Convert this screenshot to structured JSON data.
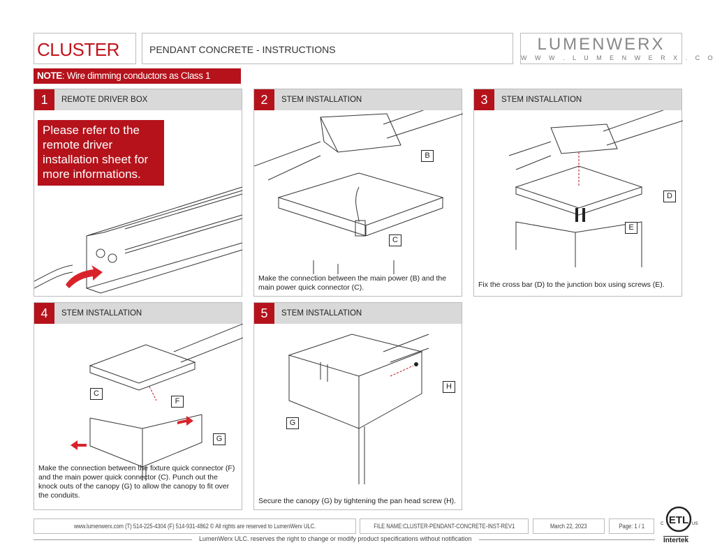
{
  "header": {
    "brand": "CLUSTER",
    "title": "PENDANT CONCRETE - INSTRUCTIONS",
    "logo_text": "LUMENWERX",
    "logo_url": "W W W . L U M E N W E R X . C O M"
  },
  "note": {
    "label": "NOTE",
    "text": ": Wire dimming conductors as Class 1"
  },
  "steps": [
    {
      "num": "1",
      "title": "REMOTE DRIVER BOX",
      "callout": "Please refer to the remote driver installation sheet for more informations."
    },
    {
      "num": "2",
      "title": "STEM INSTALLATION",
      "labels": [
        "B",
        "C"
      ],
      "caption": "Make the connection between the main power (B) and the main power quick connector (C)."
    },
    {
      "num": "3",
      "title": "STEM INSTALLATION",
      "labels": [
        "D",
        "E"
      ],
      "caption": "Fix the cross bar (D) to the junction box using screws (E)."
    },
    {
      "num": "4",
      "title": "STEM INSTALLATION",
      "labels": [
        "C",
        "F",
        "G"
      ],
      "caption": "Make the connection between the fixture quick connector (F) and the main power quick connector (C). Punch out the knock outs of the canopy (G) to allow the canopy to fit over the conduits."
    },
    {
      "num": "5",
      "title": "STEM INSTALLATION",
      "labels": [
        "H",
        "G"
      ],
      "caption": "Secure the canopy (G) by tightening the pan head screw (H)."
    }
  ],
  "footer": {
    "contact": "www.lumenwerx.com (T) 514-225-4304 (F) 514-931-4862 © All rights are reserved to LumenWerx ULC.",
    "file": "FILE NAME:CLUSTER-PENDANT-CONCRETE-INST-REV1",
    "date": "March 22, 2023",
    "page": "Page: 1 / 1",
    "disclaimer": "LumenWerx ULC. reserves the right to change or modify product specifications without notification",
    "cert": "ETL",
    "cert_c": "C",
    "cert_us": "US",
    "cert_org": "Intertek"
  },
  "colors": {
    "accent": "#b5121b",
    "header_bg": "#d9d9d9"
  }
}
